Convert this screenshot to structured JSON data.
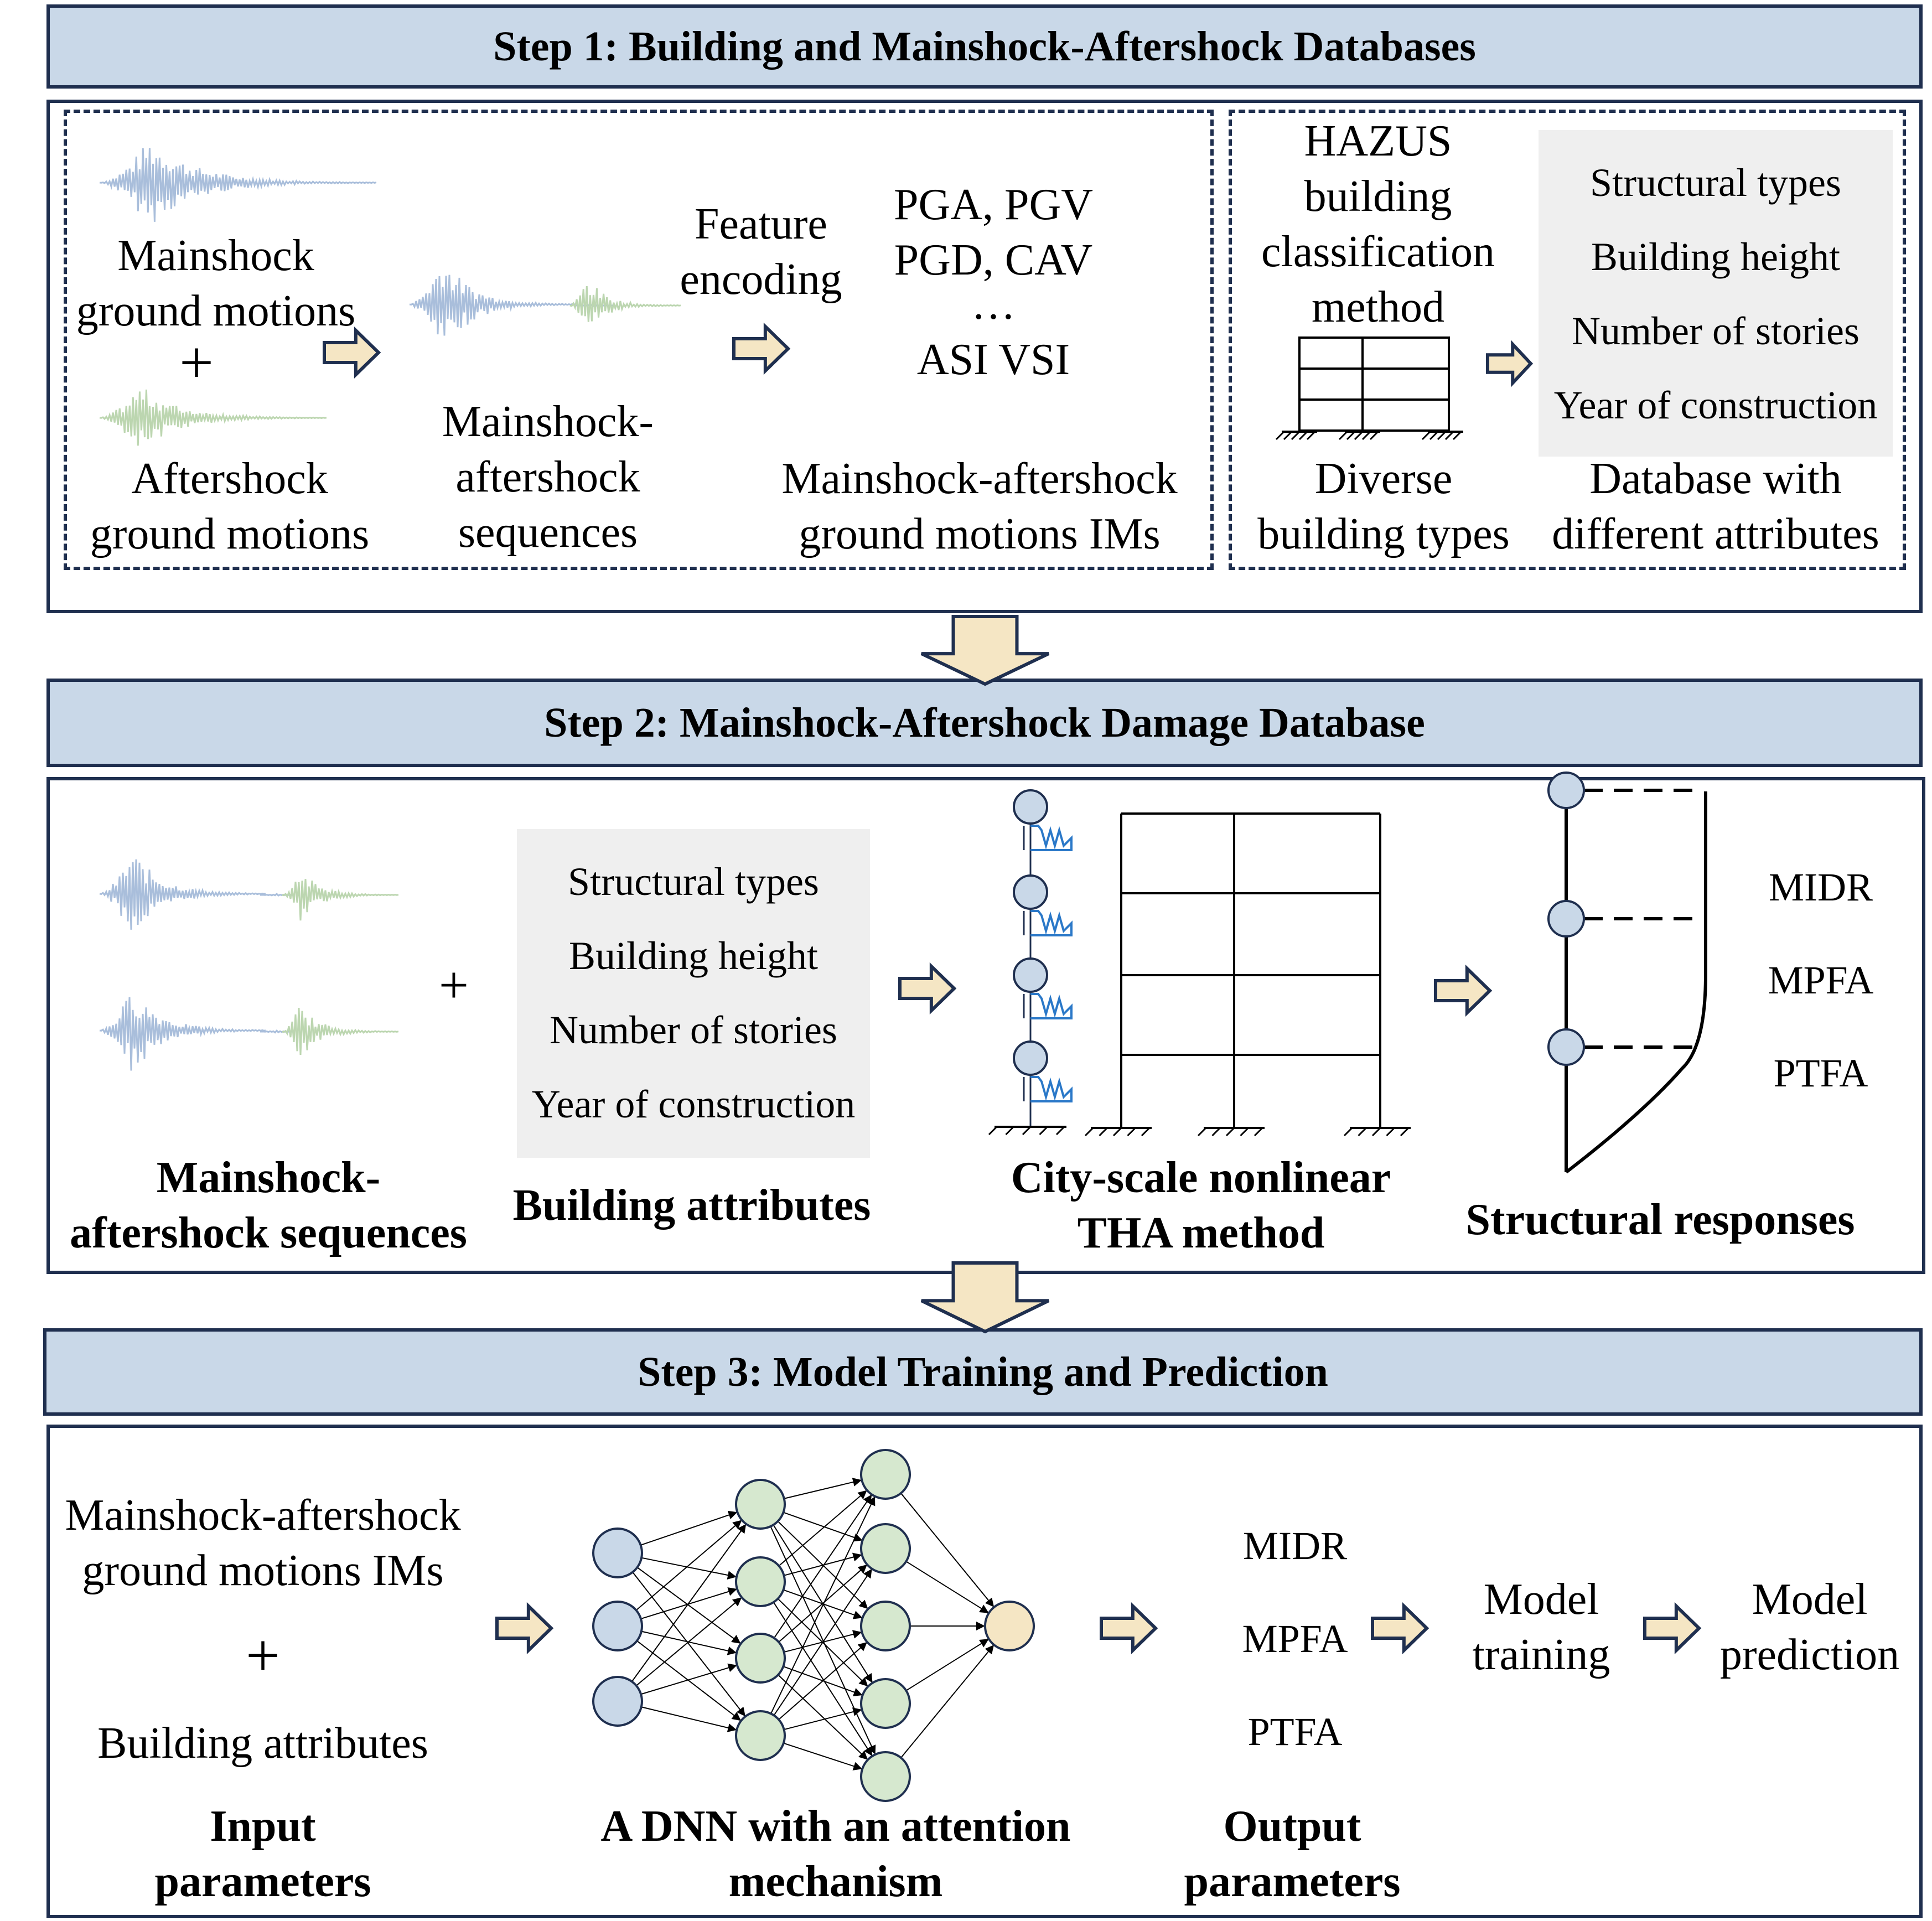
{
  "colors": {
    "header_fill": "#c9d8e8",
    "border": "#1f2f4f",
    "arrow_fill": "#f5e6c4",
    "mainshock_wave": "#a9bedb",
    "aftershock_wave": "#bcd6b0",
    "input_node": "#c9d8e8",
    "hidden_node": "#d6e8cf",
    "output_node": "#f5e6c4",
    "spring": "#2a78c8",
    "gray_box": "#efefef"
  },
  "step1": {
    "title": "Step 1: Building and Mainshock-Aftershock Databases",
    "mainshock": [
      "Mainshock",
      "ground motions"
    ],
    "plus": "+",
    "aftershock": [
      "Aftershock",
      "ground motions"
    ],
    "sequences": [
      "Mainshock-",
      "aftershock",
      "sequences"
    ],
    "feature_encoding": [
      "Feature",
      "encoding"
    ],
    "ims": [
      "PGA, PGV",
      "PGD, CAV",
      "…",
      "ASI VSI"
    ],
    "ims_caption": [
      "Mainshock-aftershock",
      "ground motions IMs"
    ],
    "hazus": [
      "HAZUS",
      "building",
      "classification",
      "method"
    ],
    "diverse": [
      "Diverse",
      "building types"
    ],
    "attributes": [
      "Structural types",
      "Building height",
      "Number of stories",
      "Year of construction"
    ],
    "database_caption": [
      "Database with",
      "different attributes"
    ]
  },
  "step2": {
    "title": "Step 2: Mainshock-Aftershock Damage Database",
    "seq_caption": [
      "Mainshock-",
      "aftershock sequences"
    ],
    "plus": "+",
    "attributes": [
      "Structural types",
      "Building height",
      "Number of stories",
      "Year of construction"
    ],
    "attr_caption": "Building attributes",
    "tha_caption": [
      "City-scale nonlinear",
      "THA method"
    ],
    "responses": [
      "MIDR",
      "MPFA",
      "PTFA"
    ],
    "responses_caption": "Structural responses"
  },
  "step3": {
    "title": "Step 3: Model Training and Prediction",
    "inputs": [
      "Mainshock-aftershock",
      "ground motions IMs"
    ],
    "plus": "+",
    "inputs2": "Building attributes",
    "input_caption": [
      "Input",
      "parameters"
    ],
    "dnn_caption": [
      "A DNN with an attention",
      "mechanism"
    ],
    "outputs": [
      "MIDR",
      "MPFA",
      "PTFA"
    ],
    "output_caption": [
      "Output",
      "parameters"
    ],
    "training": [
      "Model",
      "training"
    ],
    "prediction": [
      "Model",
      "prediction"
    ]
  }
}
